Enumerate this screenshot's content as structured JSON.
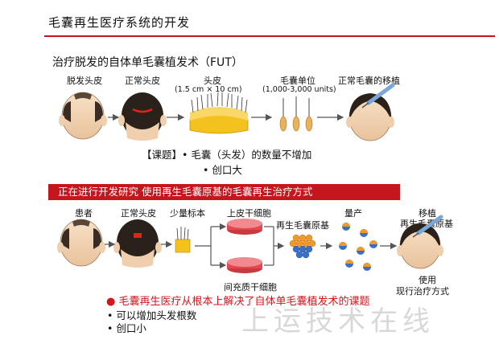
{
  "title": "毛囊再生医疗系统的开发",
  "subtitle": "治疗脱发的自体单毛囊植发术（FUT）",
  "fut": {
    "labels": {
      "bald": "脱发头皮",
      "normal": "正常头皮",
      "scalp": "头皮",
      "scalp_size": "(1.5 cm × 10 cm)",
      "unit": "毛囊单位",
      "unit_count": "(1,000-3,000 units)",
      "transplant": "正常毛囊的移植"
    }
  },
  "issue": {
    "heading": "【课题】",
    "line1": "• 毛囊（头发）的数量不增加",
    "line2": "• 创口大"
  },
  "banner": "正在进行开发研究 使用再生毛囊原基的毛囊再生治疗方式",
  "regen": {
    "labels": {
      "patient": "患者",
      "normal": "正常头皮",
      "sample": "少量标本",
      "epithelial": "上皮干细胞",
      "mesenchymal": "间充质干细胞",
      "germ": "再生毛囊原基",
      "mass": "量产",
      "transplant_a": "移植",
      "transplant_b": "再生毛囊原基",
      "use_a": "使用",
      "use_b": "现行治疗方式"
    }
  },
  "summary": {
    "headline": "毛囊再生医疗从根本上解决了自体单毛囊植发术的课题",
    "point1": "• 可以增加头发根数",
    "point2": "• 创口小"
  },
  "watermark": "上运技术在线",
  "colors": {
    "accent": "#c4161c",
    "culture": "#e4474f",
    "germ_orange": "#f19a2c",
    "germ_blue": "#3b6fc6"
  }
}
